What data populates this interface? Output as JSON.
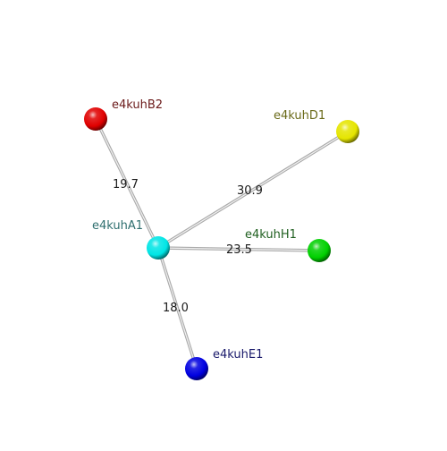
{
  "graph": {
    "nodes": [
      {
        "id": "A1",
        "label": "e4kuhA1",
        "color": "#00e5e5",
        "label_color": "#2f6f6f"
      },
      {
        "id": "B2",
        "label": "e4kuhB2",
        "color": "#e00000",
        "label_color": "#6b1a1a"
      },
      {
        "id": "D1",
        "label": "e4kuhD1",
        "color": "#e5e500",
        "label_color": "#6b6b1a"
      },
      {
        "id": "H1",
        "label": "e4kuhH1",
        "color": "#00d000",
        "label_color": "#1f5f1f"
      },
      {
        "id": "E1",
        "label": "e4kuhE1",
        "color": "#0000e0",
        "label_color": "#1a1a6b"
      }
    ],
    "edges": [
      {
        "from": "A1",
        "to": "B2",
        "label": "19.7"
      },
      {
        "from": "A1",
        "to": "D1",
        "label": "30.9"
      },
      {
        "from": "A1",
        "to": "H1",
        "label": "23.5"
      },
      {
        "from": "A1",
        "to": "E1",
        "label": "18.0"
      }
    ]
  }
}
